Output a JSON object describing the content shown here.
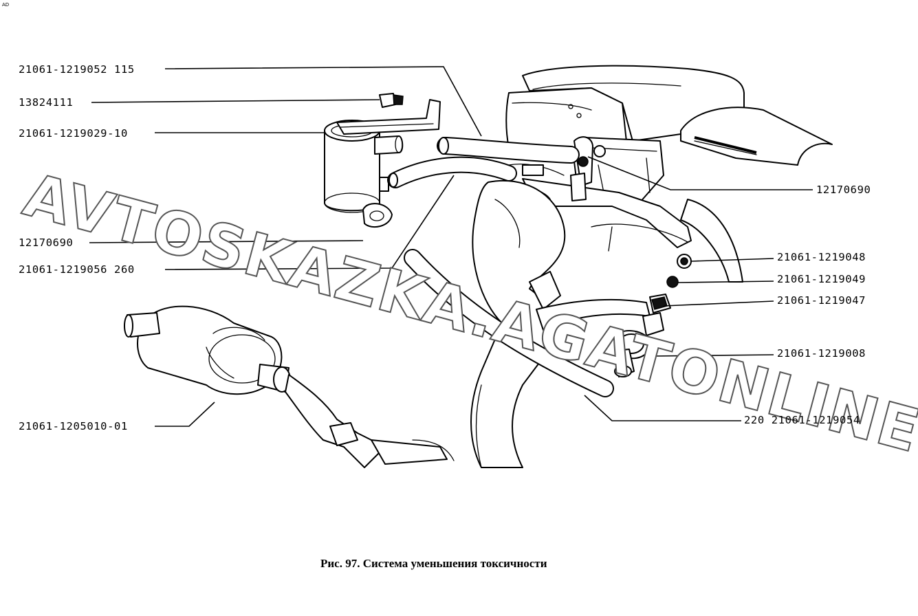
{
  "corner_mark": "AD",
  "watermark": "AVTOSKAZKA.AGATONLINE",
  "caption": "Рис. 97. Система уменьшения токсичности",
  "labels": {
    "l1": "21061-1219052 115",
    "l2": "13824111",
    "l3": "21061-1219029-10",
    "l4": "12170690",
    "l5": "21061-1219056 260",
    "l6": "21061-1205010-01",
    "r1": "12170690",
    "r2": "21061-1219048",
    "r3": "21061-1219049",
    "r4": "21061-1219047",
    "r5": "21061-1219008",
    "r6": "220 21061-1219054"
  }
}
